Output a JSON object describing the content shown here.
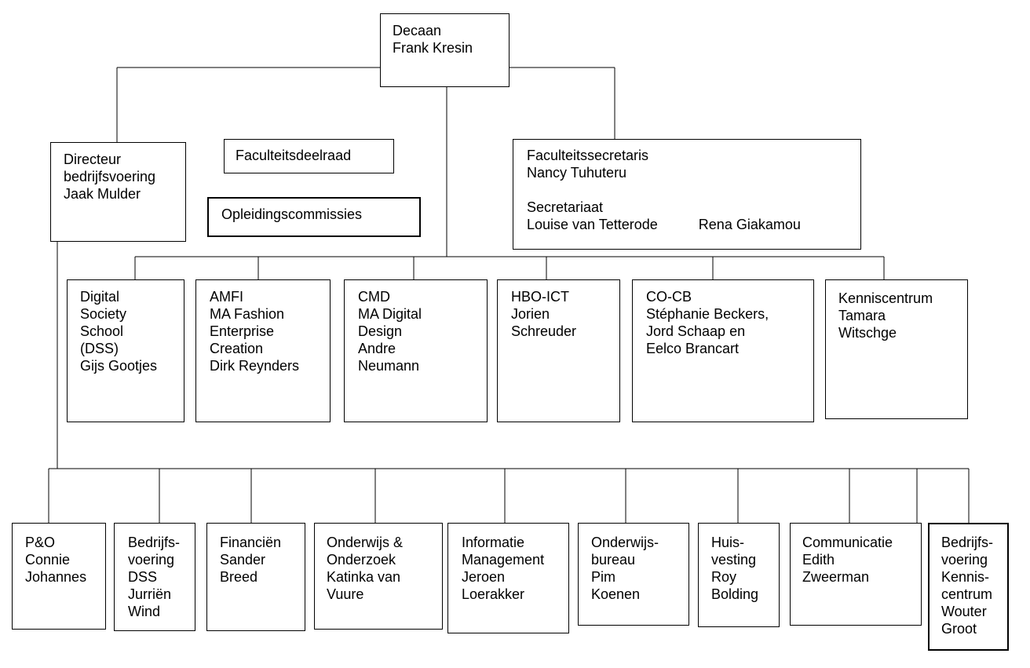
{
  "dean": {
    "lines": [
      "Decaan",
      "Frank Kresin"
    ]
  },
  "director": {
    "lines": [
      "Directeur",
      "bedrijfsvoering",
      "Jaak Mulder"
    ]
  },
  "faculty_council": {
    "label": "Faculteitsdeelraad"
  },
  "program_committees": {
    "label": "Opleidingscommissies"
  },
  "faculty_secretary": {
    "lines": [
      "Faculteitssecretaris",
      "Nancy Tuhuteru"
    ],
    "secretariat_label": "Secretariaat",
    "secretariat_name_1": "Louise van Tetterode",
    "secretariat_name_2": "Rena Giakamou"
  },
  "schools": [
    {
      "lines": [
        "Digital",
        "Society",
        "School",
        "(DSS)",
        "Gijs Gootjes"
      ]
    },
    {
      "lines": [
        "AMFI",
        "MA Fashion",
        "Enterprise",
        "Creation",
        "Dirk Reynders"
      ]
    },
    {
      "lines": [
        "CMD",
        "MA Digital",
        "Design",
        "Andre",
        "Neumann"
      ]
    },
    {
      "lines": [
        "HBO-ICT",
        "Jorien",
        "Schreuder"
      ]
    },
    {
      "lines": [
        "CO-CB",
        "Stéphanie Beckers,",
        "Jord Schaap en",
        "Eelco Brancart"
      ]
    },
    {
      "lines": [
        "Kenniscentrum",
        "Tamara",
        "Witschge"
      ]
    }
  ],
  "departments": [
    {
      "lines": [
        "P&O",
        "Connie",
        "Johannes"
      ]
    },
    {
      "lines": [
        "Bedrijfs-",
        "voering",
        "DSS",
        "Jurriën",
        "Wind"
      ]
    },
    {
      "lines": [
        "Financiën",
        "Sander",
        "Breed"
      ]
    },
    {
      "lines": [
        "Onderwijs &",
        "Onderzoek",
        "Katinka van",
        "Vuure"
      ]
    },
    {
      "lines": [
        "Informatie",
        "Management",
        "Jeroen",
        "Loerakker"
      ]
    },
    {
      "lines": [
        "Onderwijs-",
        "bureau",
        "Pim",
        "Koenen"
      ]
    },
    {
      "lines": [
        "Huis-",
        "vesting",
        "Roy",
        "Bolding"
      ]
    },
    {
      "lines": [
        "Communicatie",
        "Edith",
        "Zweerman"
      ]
    },
    {
      "lines": [
        "Bedrijfs-",
        "voering",
        "Kennis-",
        "centrum",
        "Wouter",
        "Groot"
      ]
    }
  ]
}
